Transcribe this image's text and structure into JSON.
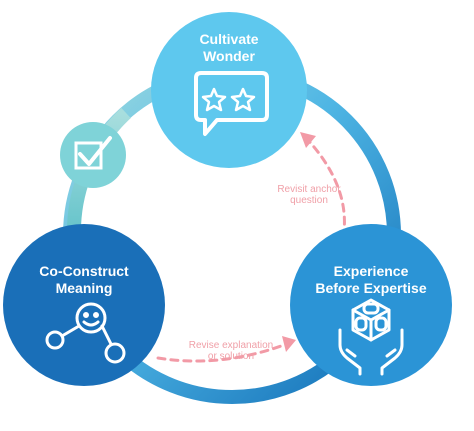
{
  "nodes": {
    "cultivate": {
      "line1": "Cultivate",
      "line2": "Wonder",
      "icon": "speech-bubble-stars-icon"
    },
    "experience": {
      "line1": "Experience",
      "line2": "Before Expertise",
      "icon": "cube-in-hands-icon"
    },
    "construct": {
      "line1": "Co-Construct",
      "line2": "Meaning",
      "icon": "molecule-icon"
    },
    "check": {
      "icon": "checkmark-box-icon"
    }
  },
  "arrows": {
    "revisit": {
      "line1": "Revisit anchor",
      "line2": "question"
    },
    "revise": {
      "line1": "Revise explanation",
      "line2": "or solution"
    }
  },
  "colors": {
    "cultivate": "#5ec8ee",
    "experience": "#2b94d6",
    "construct": "#1a6fb8",
    "check": "#7fd3d8",
    "ring_top": "#7fd0e0",
    "ring_bottom": "#1478c0",
    "arrow": "#f29aa6"
  }
}
